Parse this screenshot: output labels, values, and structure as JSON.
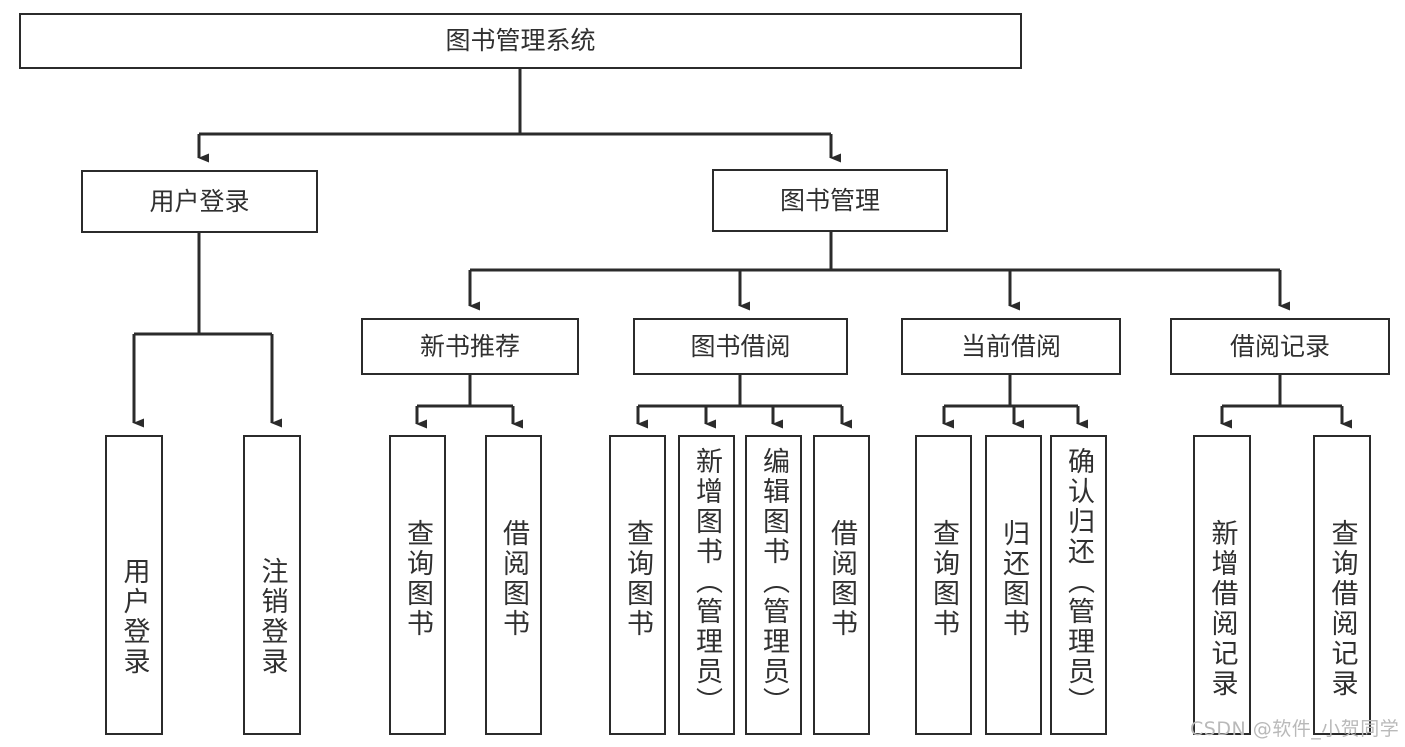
{
  "diagram": {
    "title": "图书管理系统",
    "type": "tree",
    "watermark": "CSDN @软件_小贺同学",
    "colors": {
      "background": "#ffffff",
      "box_border": "#2b2b2b",
      "box_fill": "#ffffff",
      "text": "#303030",
      "edge": "#2b2b2b",
      "watermark": "#b9b9b9"
    },
    "levels": {
      "root": {
        "label": "图书管理系统"
      },
      "level2": [
        {
          "id": "user-login",
          "label": "用户登录"
        },
        {
          "id": "book-manage",
          "label": "图书管理"
        }
      ],
      "level3": [
        {
          "id": "new-book-rec",
          "label": "新书推荐",
          "parent": "book-manage"
        },
        {
          "id": "book-borrow",
          "label": "图书借阅",
          "parent": "book-manage"
        },
        {
          "id": "current-borrow",
          "label": "当前借阅",
          "parent": "book-manage"
        },
        {
          "id": "borrow-record",
          "label": "借阅记录",
          "parent": "book-manage"
        }
      ],
      "leaves": [
        {
          "id": "leaf-user-login",
          "label": "用户登录",
          "parent": "user-login"
        },
        {
          "id": "leaf-logout",
          "label": "注销登录",
          "parent": "user-login"
        },
        {
          "id": "leaf-query-book-1",
          "label": "查询图书",
          "parent": "new-book-rec"
        },
        {
          "id": "leaf-borrow-book-1",
          "label": "借阅图书",
          "parent": "new-book-rec"
        },
        {
          "id": "leaf-query-book-2",
          "label": "查询图书",
          "parent": "book-borrow"
        },
        {
          "id": "leaf-add-book",
          "label": "新增图书（管理员）",
          "parent": "book-borrow"
        },
        {
          "id": "leaf-edit-book",
          "label": "编辑图书（管理员）",
          "parent": "book-borrow"
        },
        {
          "id": "leaf-borrow-book-2",
          "label": "借阅图书",
          "parent": "book-borrow"
        },
        {
          "id": "leaf-query-book-3",
          "label": "查询图书",
          "parent": "current-borrow"
        },
        {
          "id": "leaf-return-book",
          "label": "归还图书",
          "parent": "current-borrow"
        },
        {
          "id": "leaf-confirm-return",
          "label": "确认归还（管理员）",
          "parent": "current-borrow"
        },
        {
          "id": "leaf-add-record",
          "label": "新增借阅记录",
          "parent": "borrow-record"
        },
        {
          "id": "leaf-query-record",
          "label": "查询借阅记录",
          "parent": "borrow-record"
        }
      ]
    }
  }
}
